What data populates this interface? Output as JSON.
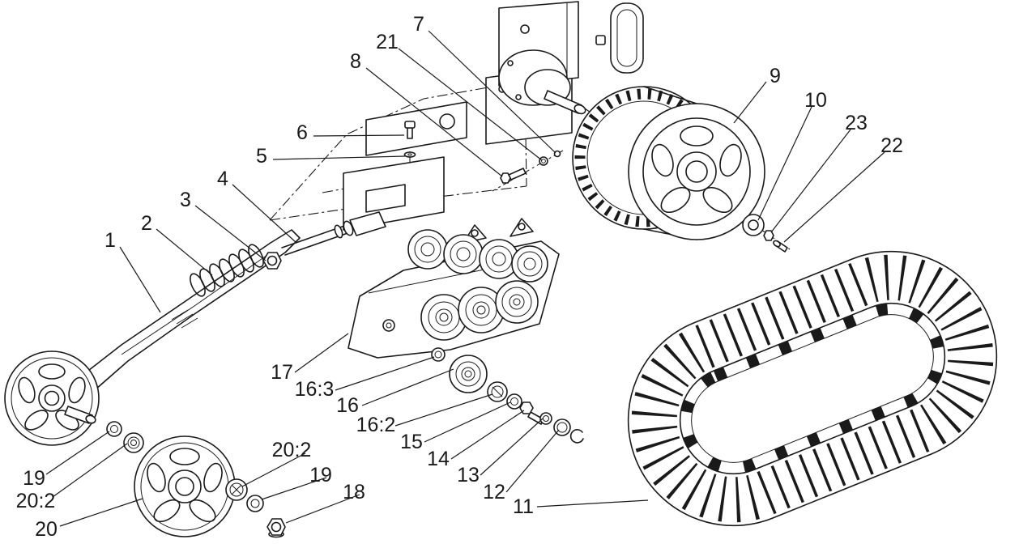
{
  "figure": {
    "description": "Exploded parts diagram of a compact loader rubber track and undercarriage assembly (idler arm, tension spring, bogie rollers, drive sprocket wheel, rubber track and mounting hardware)",
    "colors": {
      "line": "#1a1a1a",
      "background": "#ffffff"
    },
    "callouts": [
      {
        "label": "1"
      },
      {
        "label": "2"
      },
      {
        "label": "3"
      },
      {
        "label": "4"
      },
      {
        "label": "5"
      },
      {
        "label": "6"
      },
      {
        "label": "7"
      },
      {
        "label": "21"
      },
      {
        "label": "8"
      },
      {
        "label": "9"
      },
      {
        "label": "10"
      },
      {
        "label": "23"
      },
      {
        "label": "22"
      },
      {
        "label": "17"
      },
      {
        "label": "16:3"
      },
      {
        "label": "16"
      },
      {
        "label": "16:2"
      },
      {
        "label": "15"
      },
      {
        "label": "14"
      },
      {
        "label": "13"
      },
      {
        "label": "12"
      },
      {
        "label": "11"
      },
      {
        "label": "19"
      },
      {
        "label": "20:2"
      },
      {
        "label": "20"
      },
      {
        "label": "20:2"
      },
      {
        "label": "19"
      },
      {
        "label": "18"
      }
    ]
  }
}
